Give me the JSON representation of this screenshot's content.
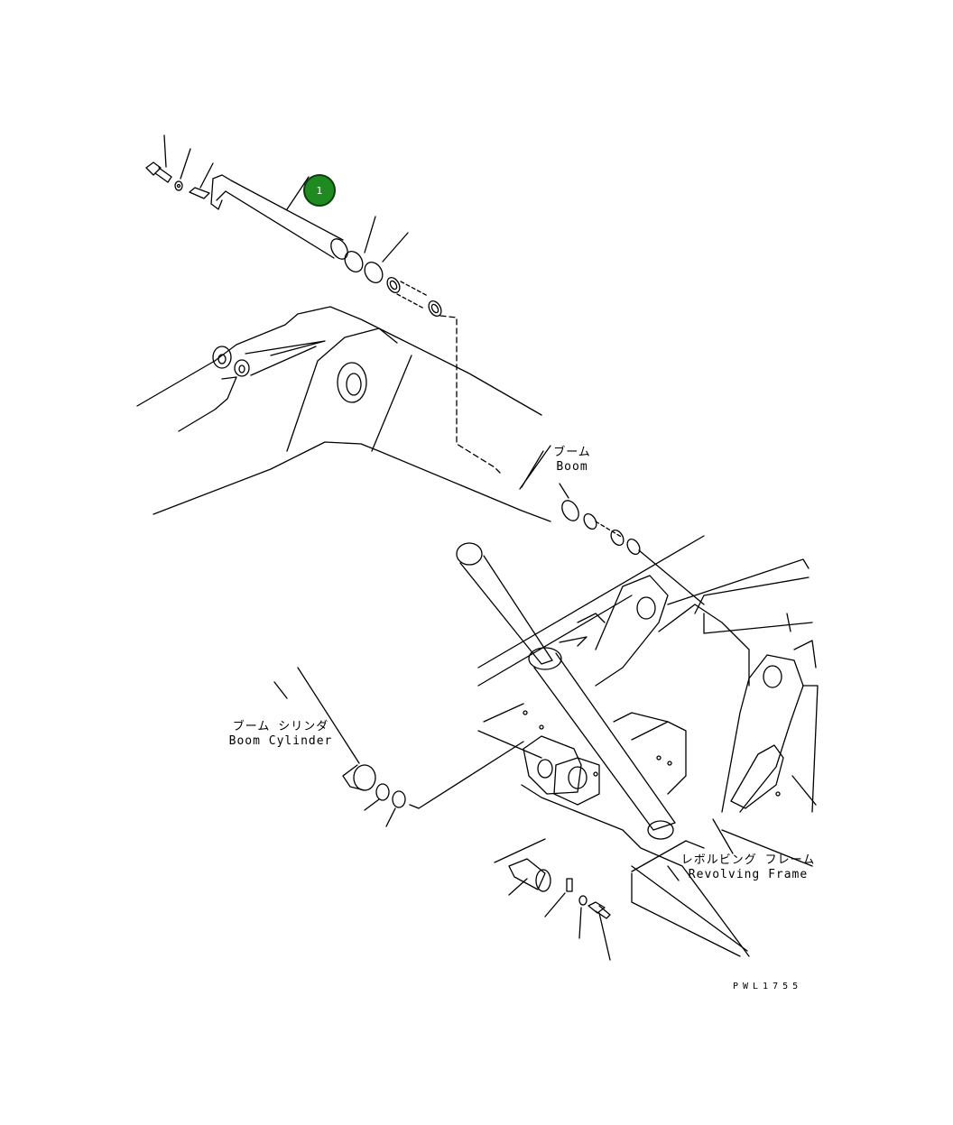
{
  "labels": {
    "boom_jp": "ブーム",
    "boom_en": "Boom",
    "boom_cylinder_jp": "ブーム シリンダ",
    "boom_cylinder_en": "Boom Cylinder",
    "revolving_frame_jp": "レボルビング フレーム",
    "revolving_frame_en": "Revolving Frame"
  },
  "callout": {
    "part_number": "1",
    "color": "#1f8a1f"
  },
  "drawing_code": "PWL1755"
}
